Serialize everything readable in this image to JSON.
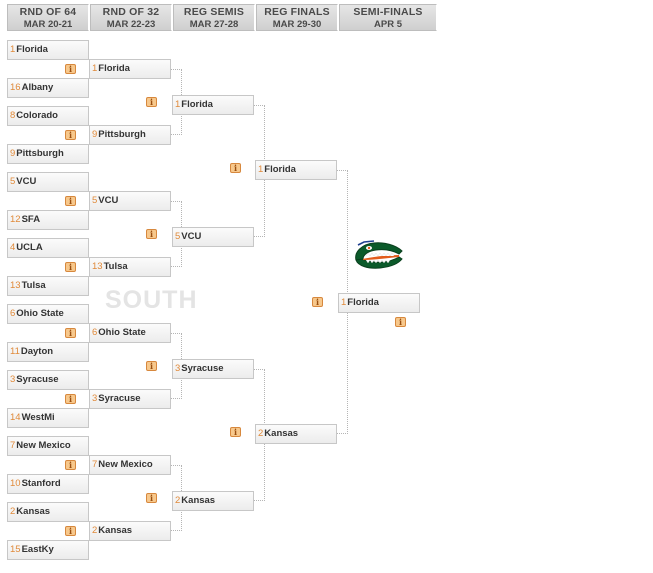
{
  "headers": [
    {
      "title": "RND OF 64",
      "dates": "MAR 20-21"
    },
    {
      "title": "RND OF 32",
      "dates": "MAR 22-23"
    },
    {
      "title": "REG SEMIS",
      "dates": "MAR 27-28"
    },
    {
      "title": "REG FINALS",
      "dates": "MAR 29-30"
    },
    {
      "title": "SEMI-FINALS",
      "dates": "APR 5"
    }
  ],
  "region": "SOUTH",
  "info_glyph": "i",
  "round64": [
    {
      "seed": "1",
      "team": "Florida"
    },
    {
      "seed": "16",
      "team": "Albany"
    },
    {
      "seed": "8",
      "team": "Colorado"
    },
    {
      "seed": "9",
      "team": "Pittsburgh"
    },
    {
      "seed": "5",
      "team": "VCU"
    },
    {
      "seed": "12",
      "team": "SFA"
    },
    {
      "seed": "4",
      "team": "UCLA"
    },
    {
      "seed": "13",
      "team": "Tulsa"
    },
    {
      "seed": "6",
      "team": "Ohio State"
    },
    {
      "seed": "11",
      "team": "Dayton"
    },
    {
      "seed": "3",
      "team": "Syracuse"
    },
    {
      "seed": "14",
      "team": "WestMi"
    },
    {
      "seed": "7",
      "team": "New Mexico"
    },
    {
      "seed": "10",
      "team": "Stanford"
    },
    {
      "seed": "2",
      "team": "Kansas"
    },
    {
      "seed": "15",
      "team": "EastKy"
    }
  ],
  "round32": [
    {
      "seed": "1",
      "team": "Florida"
    },
    {
      "seed": "9",
      "team": "Pittsburgh"
    },
    {
      "seed": "5",
      "team": "VCU"
    },
    {
      "seed": "13",
      "team": "Tulsa"
    },
    {
      "seed": "6",
      "team": "Ohio State"
    },
    {
      "seed": "3",
      "team": "Syracuse"
    },
    {
      "seed": "7",
      "team": "New Mexico"
    },
    {
      "seed": "2",
      "team": "Kansas"
    }
  ],
  "sweet16": [
    {
      "seed": "1",
      "team": "Florida"
    },
    {
      "seed": "5",
      "team": "VCU"
    },
    {
      "seed": "3",
      "team": "Syracuse"
    },
    {
      "seed": "2",
      "team": "Kansas"
    }
  ],
  "elite8": [
    {
      "seed": "1",
      "team": "Florida"
    },
    {
      "seed": "2",
      "team": "Kansas"
    }
  ],
  "final4": [
    {
      "seed": "1",
      "team": "Florida"
    }
  ],
  "colors": {
    "seed": "#e08a3a",
    "info_badge": "#f7c88c",
    "region_watermark": "#e4e4e4"
  },
  "logo_icon": "florida-gators-logo"
}
